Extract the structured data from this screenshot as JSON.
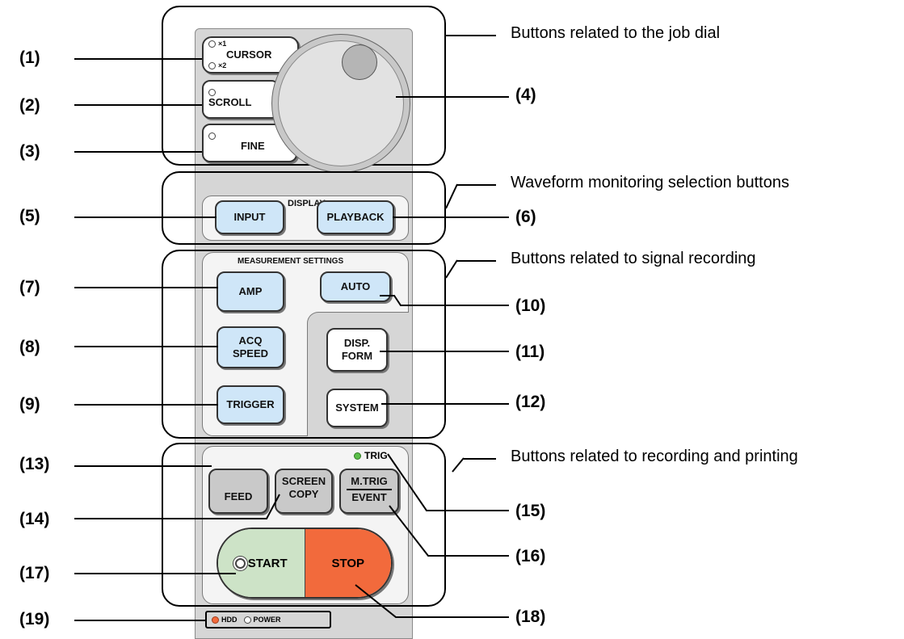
{
  "callout_labels": [
    "(1)",
    "(2)",
    "(3)",
    "(4)",
    "(5)",
    "(6)",
    "(7)",
    "(8)",
    "(9)",
    "(10)",
    "(11)",
    "(12)",
    "(13)",
    "(14)",
    "(15)",
    "(16)",
    "(17)",
    "(18)",
    "(19)"
  ],
  "group_notes": {
    "job_dial": "Buttons related to the job dial",
    "waveform": "Waveform monitoring selection buttons",
    "signal": "Buttons related to signal recording",
    "recording": "Buttons related to recording and printing"
  },
  "panel": {
    "cursor_x1": "×1",
    "cursor": "CURSOR",
    "cursor_x2": "×2",
    "scroll": "SCROLL",
    "fine": "FINE",
    "display_title": "DISPLAY",
    "input": "INPUT",
    "playback": "PLAYBACK",
    "measurement_title": "MEASUREMENT  SETTINGS",
    "amp": "AMP",
    "auto": "AUTO",
    "acq_line1": "ACQ",
    "acq_line2": "SPEED",
    "disp_line1": "DISP.",
    "disp_line2": "FORM",
    "trigger": "TRIGGER",
    "system": "SYSTEM",
    "trig_led": "TRIG",
    "feed": "FEED",
    "screen_line1": "SCREEN",
    "screen_line2": "COPY",
    "mtrig_line1": "M.TRIG",
    "mtrig_line2": "EVENT",
    "start": "START",
    "stop": "STOP",
    "hdd": "HDD",
    "power": "POWER"
  },
  "colors": {
    "blue_button": "#cfe6f8",
    "start_green": "#cde3c7",
    "stop_orange": "#f26a3c",
    "hdd_led": "#f26a3c",
    "trig_led": "#5bbf4a"
  }
}
